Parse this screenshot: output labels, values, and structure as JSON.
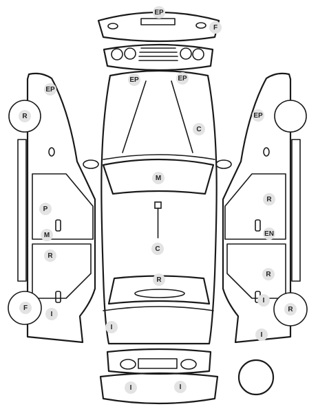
{
  "markers": [
    {
      "id": "front-bumper-top",
      "code": "EP"
    },
    {
      "id": "front-bumper-right",
      "code": "F"
    },
    {
      "id": "windshield-left",
      "code": "EP"
    },
    {
      "id": "windshield-right",
      "code": "EP"
    },
    {
      "id": "windshield-center",
      "code": "C"
    },
    {
      "id": "roof",
      "code": "M"
    },
    {
      "id": "roof-center",
      "code": "C"
    },
    {
      "id": "rear-window",
      "code": "R"
    },
    {
      "id": "trunk-left",
      "code": "I"
    },
    {
      "id": "rear-bumper-left",
      "code": "I"
    },
    {
      "id": "rear-bumper-right",
      "code": "I"
    },
    {
      "id": "left-fender-top",
      "code": "EP"
    },
    {
      "id": "left-front-wheel",
      "code": "R"
    },
    {
      "id": "left-front-door",
      "code": "P"
    },
    {
      "id": "left-front-door-lower",
      "code": "M"
    },
    {
      "id": "left-rear-door",
      "code": "R"
    },
    {
      "id": "left-rear-wheel",
      "code": "F"
    },
    {
      "id": "left-rear-quarter",
      "code": "I"
    },
    {
      "id": "right-fender-top",
      "code": "EP"
    },
    {
      "id": "right-front-door",
      "code": "R"
    },
    {
      "id": "right-front-door-lower",
      "code": "EN"
    },
    {
      "id": "right-rear-door",
      "code": "R"
    },
    {
      "id": "right-rear-handle",
      "code": "I"
    },
    {
      "id": "right-rear-wheel",
      "code": "R"
    },
    {
      "id": "right-rear-quarter",
      "code": "I"
    }
  ]
}
